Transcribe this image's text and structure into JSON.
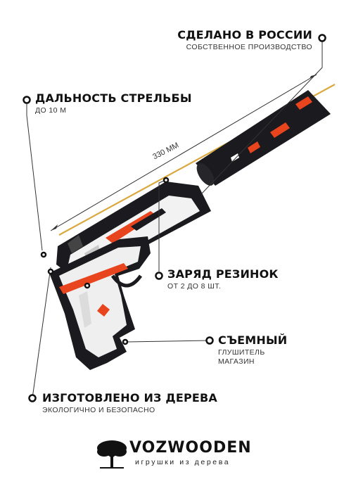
{
  "callouts": {
    "made_in": {
      "title": "СДЕЛАНО В РОССИИ",
      "subtitle": "СОБСТВЕННОЕ ПРОИЗВОДСТВО"
    },
    "range": {
      "title": "ДАЛЬНОСТЬ СТРЕЛЬБЫ",
      "subtitle": "ДО 10 М"
    },
    "charge": {
      "title": "ЗАРЯД РЕЗИНОК",
      "subtitle": "ОТ 2 ДО 8 ШТ."
    },
    "removable": {
      "title": "СЪЕМНЫЙ",
      "subtitle_1": "ГЛУШИТЕЛЬ",
      "subtitle_2": "МАГАЗИН"
    },
    "wood": {
      "title": "ИЗГОТОВЛЕНО ИЗ ДЕРЕВА",
      "subtitle": "ЭКОЛОГИЧНО И БЕЗОПАСНО"
    }
  },
  "measure": {
    "label": "330 ММ"
  },
  "brand": {
    "name": "VOZWOODEN",
    "tagline": "игрушки из дерева"
  },
  "colors": {
    "accent": "#e8441e",
    "dark": "#1b1b1f",
    "wood": "#d9a93f"
  }
}
